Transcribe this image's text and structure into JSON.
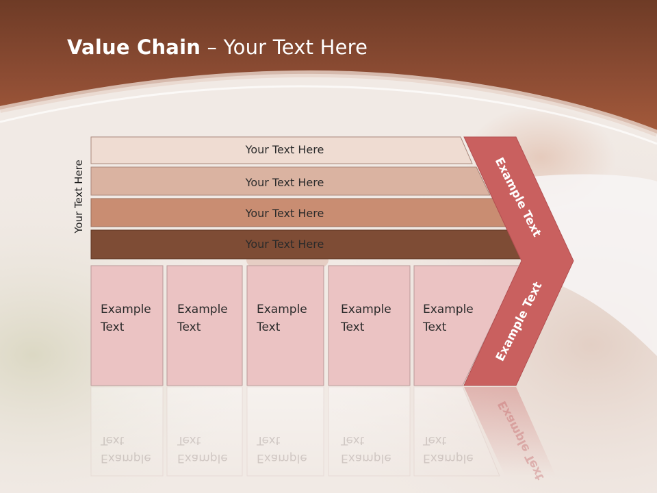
{
  "title": {
    "bold": "Value Chain",
    "rest": " – Your Text Here"
  },
  "vertical_label": "Your Text Here",
  "bars": [
    {
      "label": "Your Text Here",
      "color": "#efdcd2"
    },
    {
      "label": "Your Text Here",
      "color": "#dab3a1"
    },
    {
      "label": "Your Text Here",
      "color": "#c98d72"
    },
    {
      "label": "Your Text Here",
      "color": "#7e4c35"
    }
  ],
  "boxes": [
    {
      "label": "Example\nText"
    },
    {
      "label": "Example\nText"
    },
    {
      "label": "Example\nText"
    },
    {
      "label": "Example\nText"
    },
    {
      "label": "Example\nText"
    }
  ],
  "chevron": {
    "top_label": "Example Text",
    "bottom_label": "Example Text",
    "color": "#c9605f"
  },
  "colors": {
    "header_brown": "#8a4a33",
    "box_pink": "#ebc3c3",
    "box_border": "#b99898"
  }
}
